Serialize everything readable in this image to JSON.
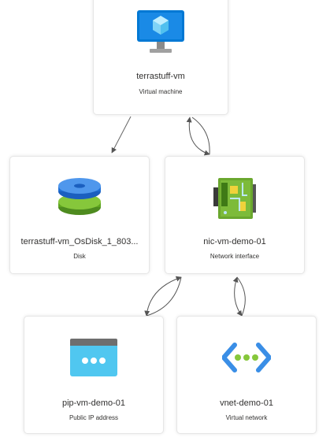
{
  "nodes": {
    "vm": {
      "name": "terrastuff-vm",
      "type": "Virtual machine",
      "icon": "virtual-machine-icon"
    },
    "disk": {
      "name": "terrastuff-vm_OsDisk_1_803...",
      "type": "Disk",
      "icon": "disk-icon"
    },
    "nic": {
      "name": "nic-vm-demo-01",
      "type": "Network interface",
      "icon": "network-interface-icon"
    },
    "pip": {
      "name": "pip-vm-demo-01",
      "type": "Public IP address",
      "icon": "public-ip-icon"
    },
    "vnet": {
      "name": "vnet-demo-01",
      "type": "Virtual network",
      "icon": "virtual-network-icon"
    }
  },
  "colors": {
    "azure_blue": "#0078d4",
    "disk_green": "#5ea0ef",
    "edge": "#555555"
  }
}
